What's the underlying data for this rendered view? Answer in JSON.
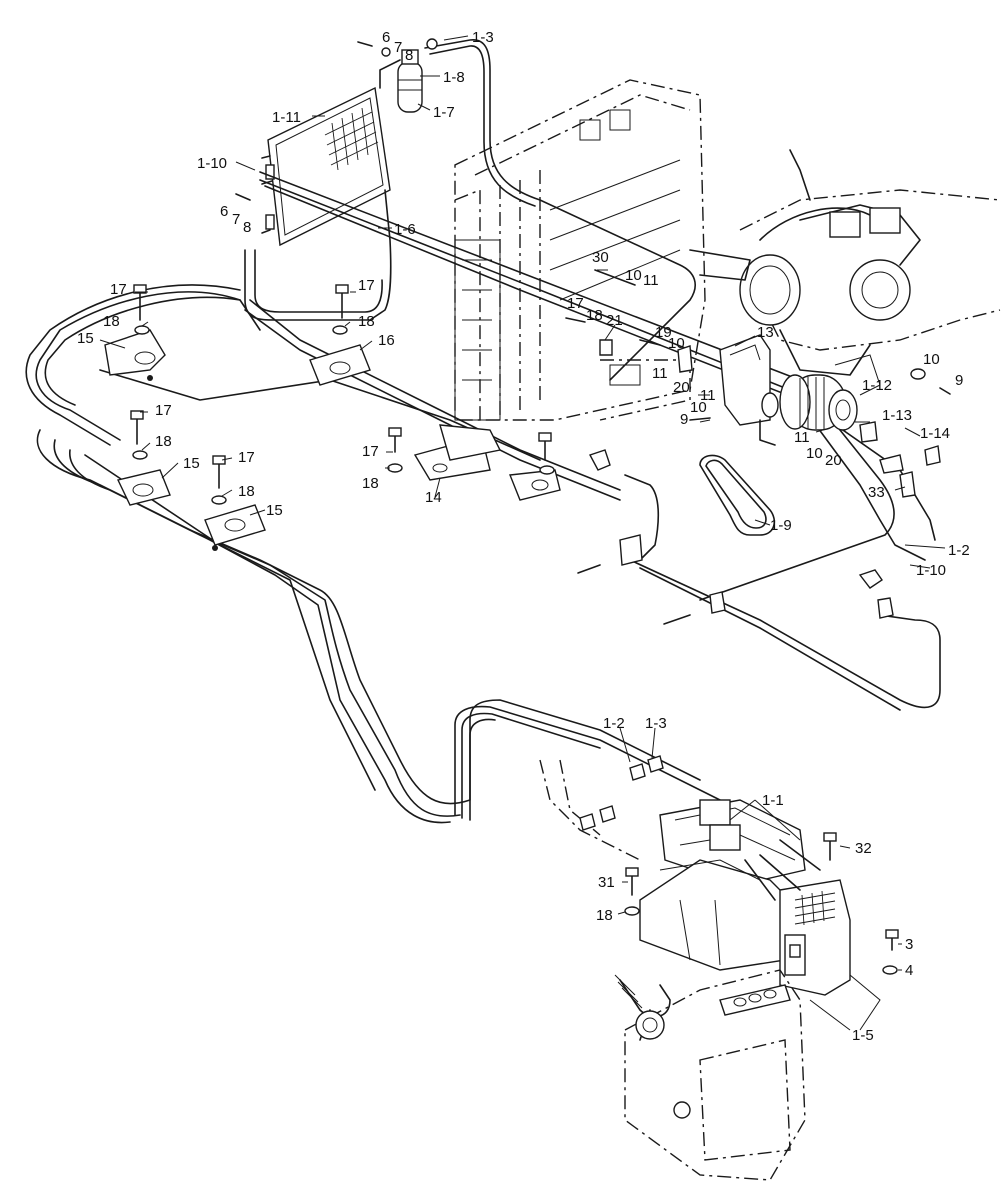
{
  "labels": {
    "l1_3_top": "1-3",
    "l6_top": "6",
    "l7_top": "7",
    "l8_top": "8",
    "l1_8": "1-8",
    "l1_7": "1-7",
    "l1_11": "1-11",
    "l1_10_left": "1-10",
    "l6_mid": "6",
    "l7_mid": "7",
    "l8_mid": "8",
    "l1_6": "1-6",
    "l30": "30",
    "l10_a": "10",
    "l11_a": "11",
    "l17_a": "17",
    "l18_a": "18",
    "l21": "21",
    "l13": "13",
    "l19": "19",
    "l10_b": "10",
    "l11_b": "11",
    "l20_a": "20",
    "l10_c": "10",
    "l9_a": "9",
    "l1_12": "1-12",
    "l11_c": "11",
    "l9_b": "9",
    "l1_13": "1-13",
    "l1_14": "1-14",
    "l11_d": "11",
    "l10_d": "10",
    "l20_b": "20",
    "l33": "33",
    "l1_2_right": "1-2",
    "l1_10_right": "1-10",
    "l1_9": "1-9",
    "l17_b": "17",
    "l18_b": "18",
    "l15_a": "15",
    "l17_c": "17",
    "l18_c": "18",
    "l16": "16",
    "l17_d": "17",
    "l18_d": "18",
    "l15_b": "15",
    "l17_e": "17",
    "l18_e": "18",
    "l15_c": "15",
    "l17_f": "17",
    "l18_f": "18",
    "l14": "14",
    "l1_2_mid": "1-2",
    "l1_3_mid": "1-3",
    "l1_1": "1-1",
    "l32": "32",
    "l31": "31",
    "l18_g": "18",
    "l3": "3",
    "l4": "4",
    "l1_5": "1-5"
  }
}
